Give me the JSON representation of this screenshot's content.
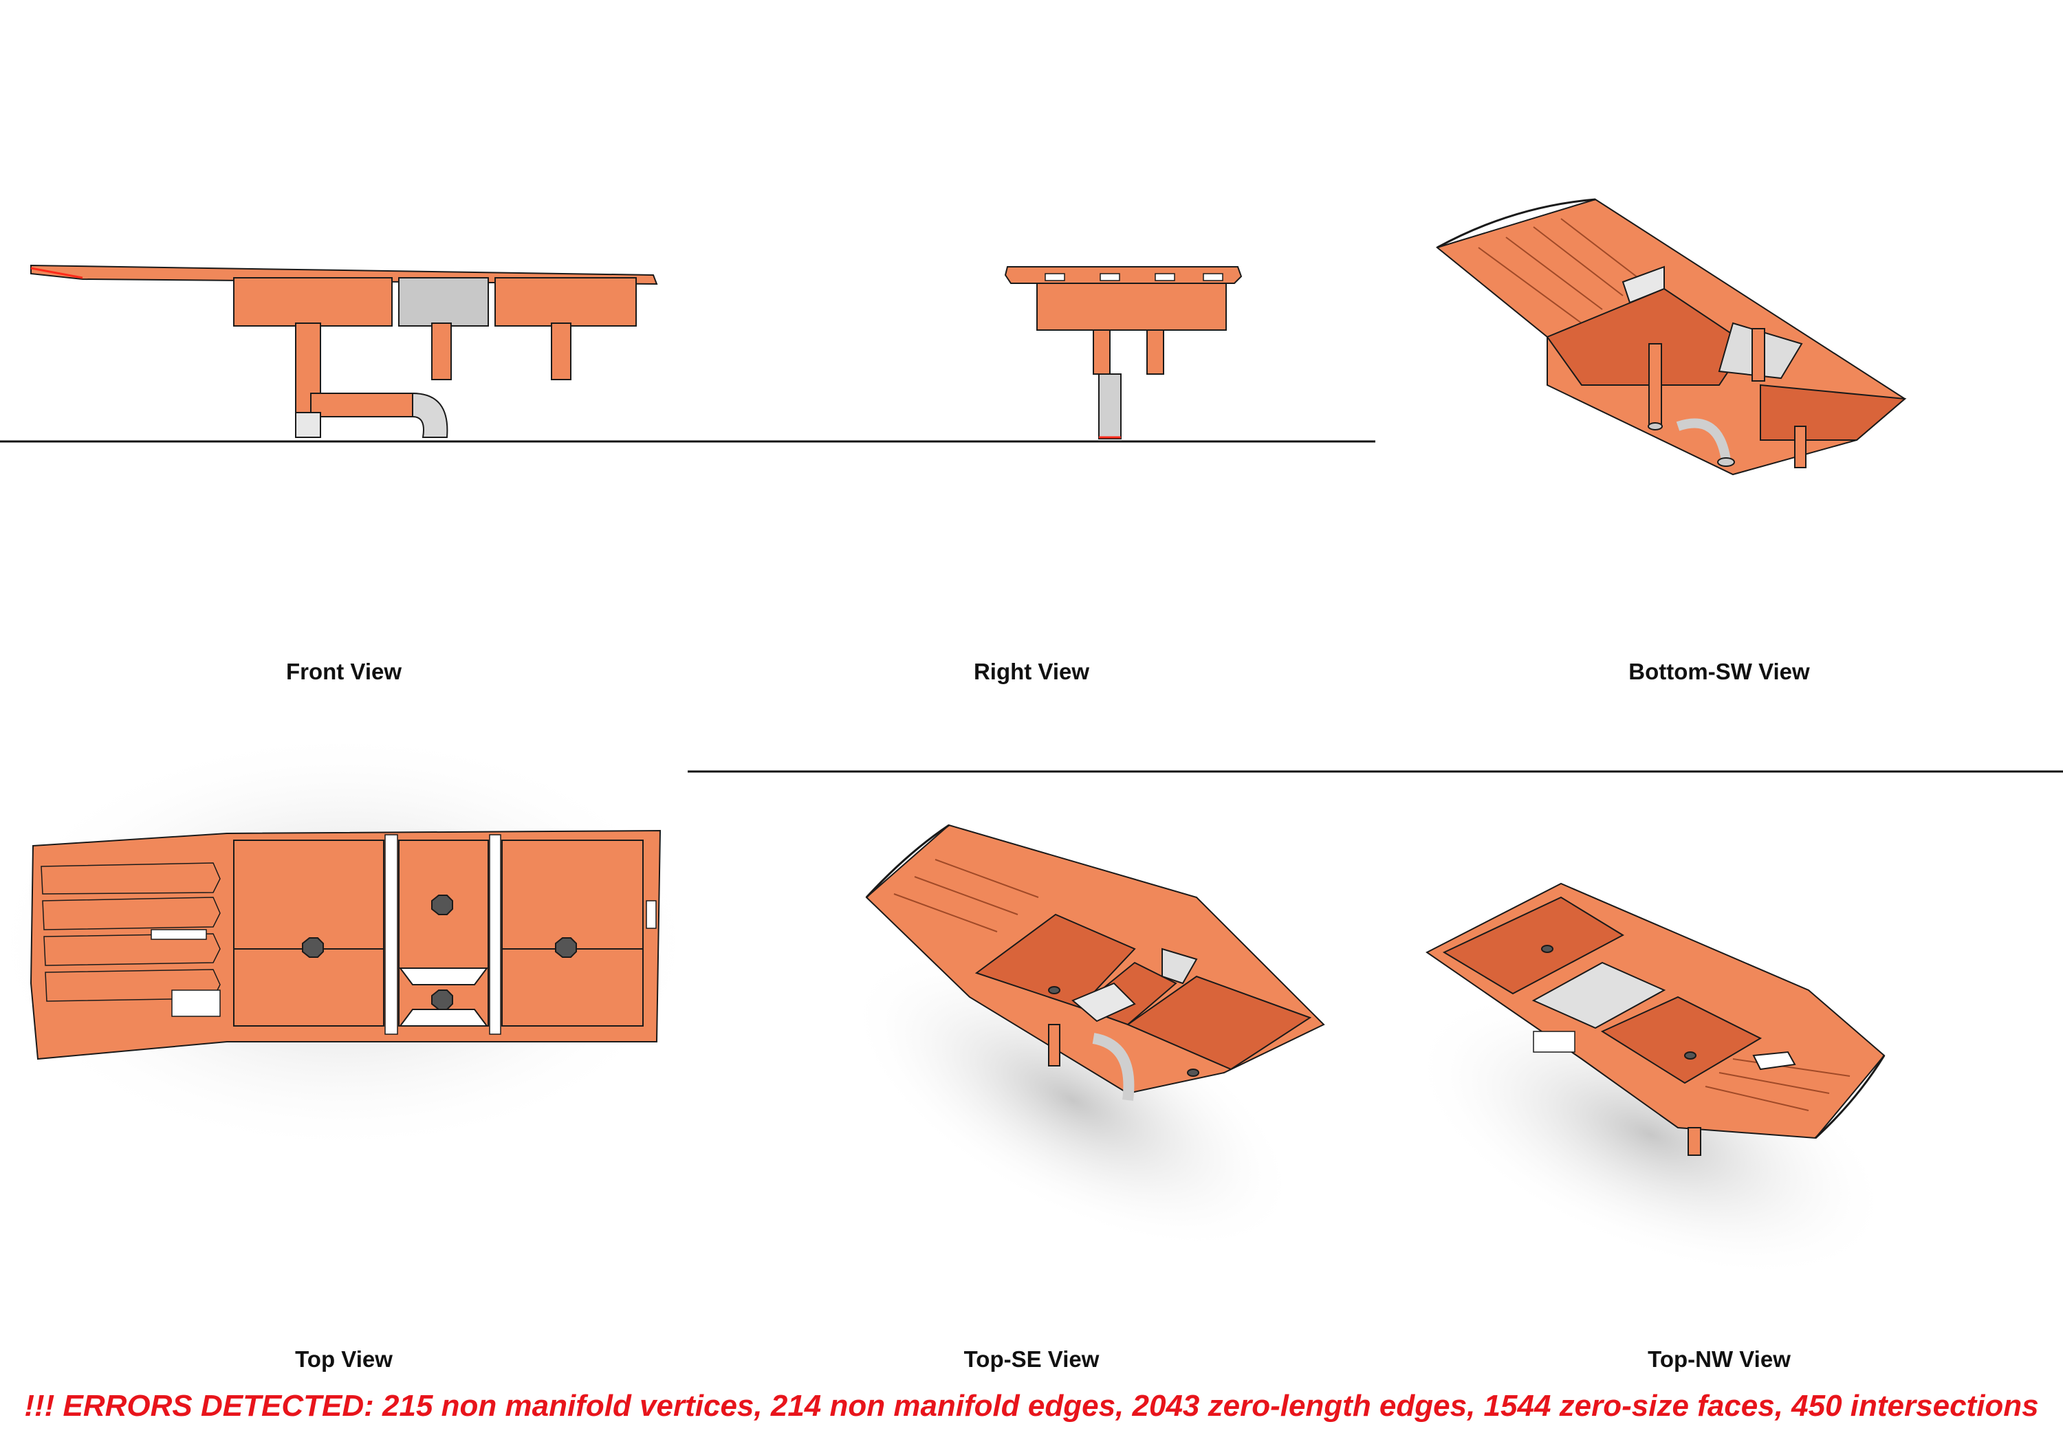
{
  "views": [
    {
      "id": "front",
      "label": "Front View"
    },
    {
      "id": "right",
      "label": "Right View"
    },
    {
      "id": "bottom_sw",
      "label": "Bottom-SW View"
    },
    {
      "id": "top",
      "label": "Top View"
    },
    {
      "id": "top_se",
      "label": "Top-SE View"
    },
    {
      "id": "top_nw",
      "label": "Top-NW View"
    }
  ],
  "errors_text": "!!! ERRORS DETECTED: 215 non manifold vertices, 214 non manifold edges, 2043 zero-length edges, 1544 zero-size faces, 450 intersections",
  "colors": {
    "model_fill": "#f0885a",
    "model_dark": "#d9643a",
    "edge": "#1a1a1a",
    "highlight_edge": "#ff2a1a",
    "ground_line": "#111111",
    "error_text": "#e8141b",
    "label_text": "#111111"
  }
}
